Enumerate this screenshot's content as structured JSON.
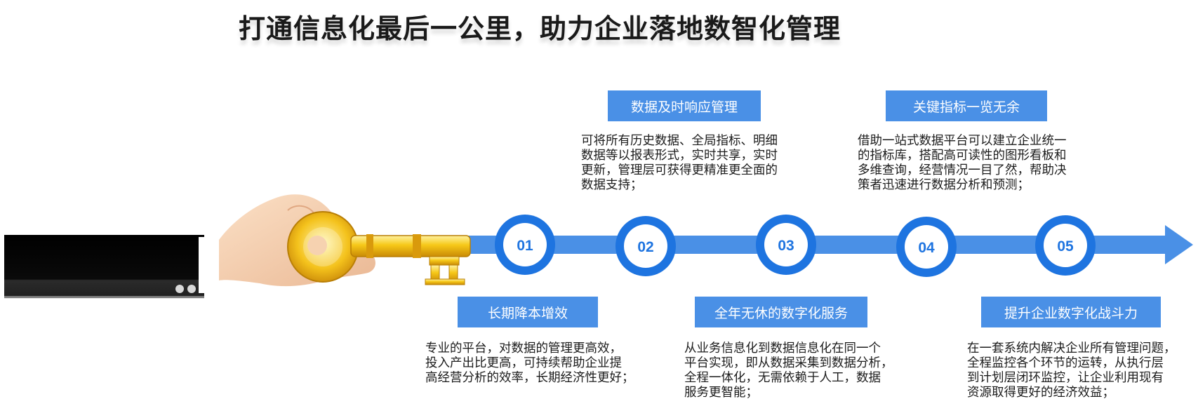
{
  "title": "打通信息化最后一公里，助力企业落地数智化管理",
  "colors": {
    "accent": "#4a90e6",
    "accent_dark": "#1e74e0",
    "sleeve": "#1a1a1a",
    "key_gold": "#f2c21a",
    "skin": "#f6d2b0"
  },
  "steps": [
    {
      "number": "01",
      "label": "长期降本增效",
      "description": "专业的平台，对数据的管理更高效，\n投入产出比更高，可持续帮助企业提\n高经营分析的效率，长期经济性更好；"
    },
    {
      "number": "02",
      "label": "数据及时响应管理",
      "description": "可将所有历史数据、全局指标、明细\n数据等以报表形式，实时共享，实时\n更新，管理层可获得更精准更全面的\n数据支持；"
    },
    {
      "number": "03",
      "label": "全年无休的数字化服务",
      "description": "从业务信息化到数据信息化在同一个\n平台实现，即从数据采集到数据分析，\n全程一体化，无需依赖于人工，数据\n服务更智能；"
    },
    {
      "number": "04",
      "label": "关键指标一览无余",
      "description": "借助一站式数据平台可以建立企业统一\n的指标库，搭配高可读性的图形看板和\n多维查询，经营情况一目了然，帮助决\n策者迅速进行数据分析和预测；"
    },
    {
      "number": "05",
      "label": "提升企业数字化战斗力",
      "description": "在一套系统内解决企业所有管理问题，\n全程监控各个环节的运转，从执行层\n到计划层闭环监控，让企业利用现有\n资源取得更好的经济效益；"
    }
  ]
}
